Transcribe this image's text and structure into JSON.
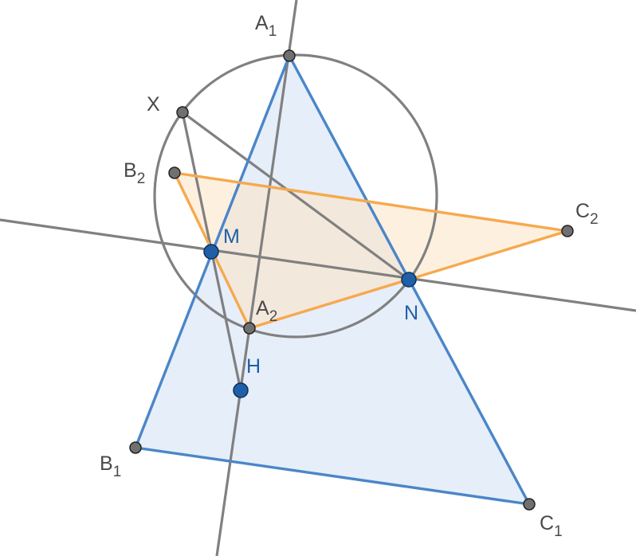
{
  "colors": {
    "line": "#808080",
    "blue_edge": "#4a86c8",
    "blue_fill": "#dce7f6",
    "orange_edge": "#f6a94e",
    "orange_fill": "#fde9d3",
    "point_gray": "#707070",
    "point_blue": "#1f5fa8",
    "label_gray": "#4a4a4a",
    "label_blue": "#1f5fa8"
  },
  "points": {
    "A1": {
      "base": "A",
      "sub": "1"
    },
    "B1": {
      "base": "B",
      "sub": "1"
    },
    "C1": {
      "base": "C",
      "sub": "1"
    },
    "A2": {
      "base": "A",
      "sub": "2"
    },
    "B2": {
      "base": "B",
      "sub": "2"
    },
    "C2": {
      "base": "C",
      "sub": "2"
    },
    "X": {
      "base": "X",
      "sub": ""
    },
    "M": {
      "base": "M",
      "sub": ""
    },
    "N": {
      "base": "N",
      "sub": ""
    },
    "H": {
      "base": "H",
      "sub": ""
    }
  }
}
